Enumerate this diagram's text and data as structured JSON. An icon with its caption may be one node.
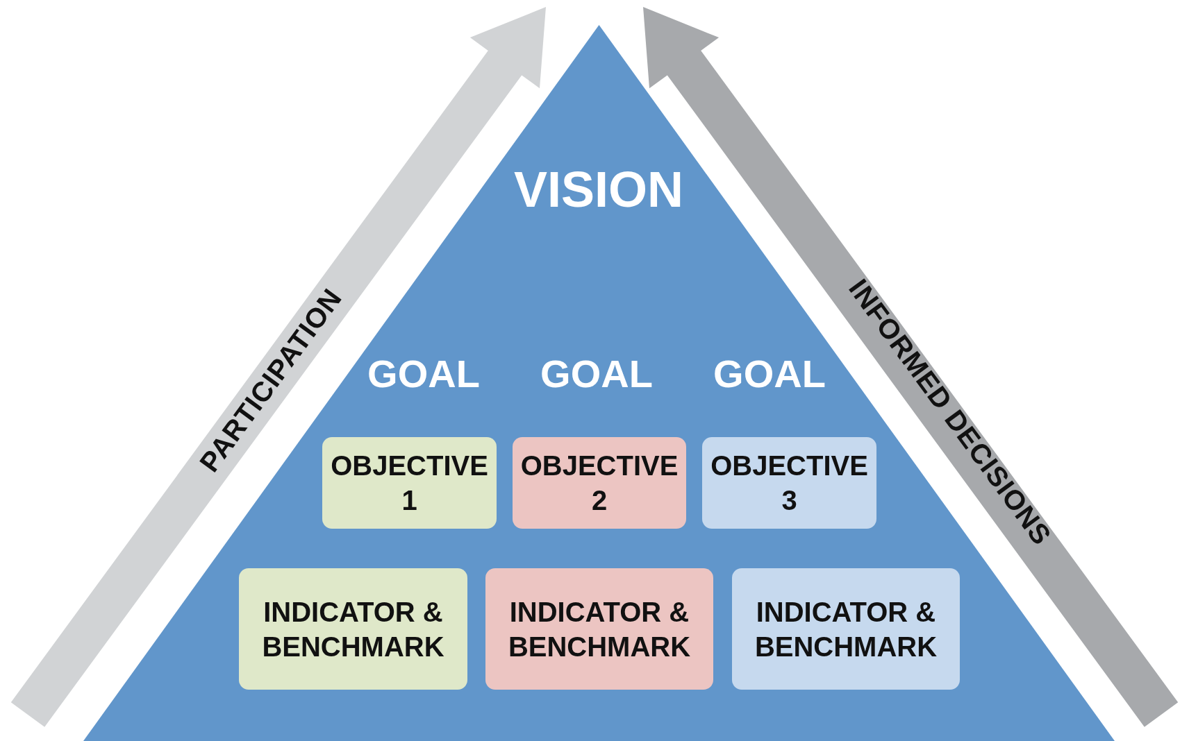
{
  "diagram": {
    "nodes": [
      {
        "text": [
          "VISION",
          "GOAL",
          "GOAL",
          "GOAL"
        ]
      },
      {
        "text": [
          "OBJECTIVE 1"
        ],
        "in": 0
      },
      {
        "text": [
          "OBJECTIVE 2"
        ],
        "in": 0
      },
      {
        "text": [
          "OBJECTIVE 3"
        ],
        "in": 0
      },
      {
        "text": [
          "INDICATOR & BENCHMARK"
        ],
        "in": 0
      },
      {
        "text": [
          "INDICATOR & BENCHMARK"
        ],
        "in": 0
      },
      {
        "text": [
          "INDICATOR & BENCHMARK"
        ],
        "in": 0
      }
    ],
    "labels": [
      "PARTICIPATION",
      "INFORMED DECISIONS"
    ]
  }
}
